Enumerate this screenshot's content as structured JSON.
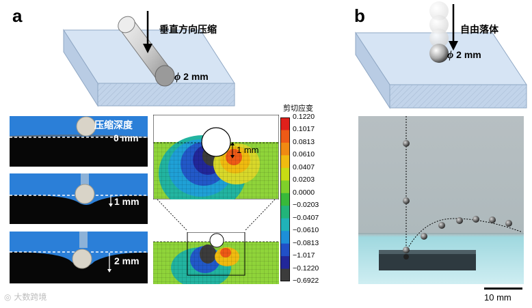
{
  "panel_a": {
    "letter": "a",
    "top_label": "垂直方向压缩",
    "diameter_symbol": "ϕ",
    "diameter_value": "2 mm",
    "photo_header": "压缩深度",
    "depths": [
      "0 mm",
      "1 mm",
      "2 mm"
    ],
    "sim_depth_label": "1 mm"
  },
  "colorbar": {
    "title": "剪切应变",
    "ticks": [
      "0.1220",
      "0.1017",
      "0.0813",
      "0.0610",
      "0.0407",
      "0.0203",
      "0.0000",
      "−0.0203",
      "−0.0407",
      "−0.0610",
      "−0.0813",
      "−1.017",
      "−0.1220",
      "−0.6922"
    ],
    "colors": [
      "#e0201b",
      "#ee5a16",
      "#f08a12",
      "#f0bb10",
      "#c8dc14",
      "#7fd02a",
      "#38b93a",
      "#22b47a",
      "#20b2b8",
      "#1d8fd8",
      "#2150c8",
      "#22279a",
      "#3c3c3c"
    ]
  },
  "panel_b": {
    "letter": "b",
    "top_label": "自由落体",
    "diameter_symbol": "ϕ",
    "diameter_value": "2 mm",
    "scale_bar": "10 mm"
  },
  "watermark": "大数跨境"
}
